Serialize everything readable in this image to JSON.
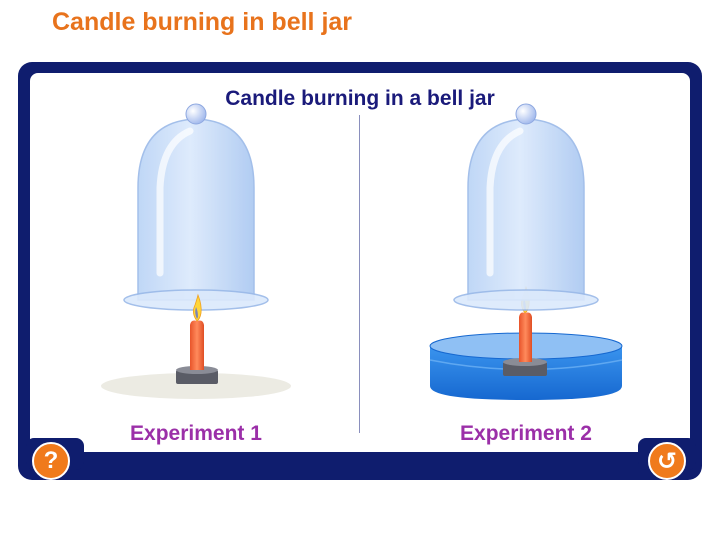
{
  "slide": {
    "title": "Candle burning in bell jar"
  },
  "panel": {
    "title": "Candle burning in a bell jar",
    "experiment1_label": "Experiment 1",
    "experiment2_label": "Experiment 2"
  },
  "buttons": {
    "help_icon": "?",
    "replay_icon": "↺"
  },
  "colors": {
    "title_orange": "#e8731c",
    "frame_navy": "#0f1d6e",
    "label_purple": "#9b2fa8",
    "water_blue": "#1e7fe0",
    "glass_blue": "#cfe2fb",
    "candle_orange": "#f06a3a"
  }
}
